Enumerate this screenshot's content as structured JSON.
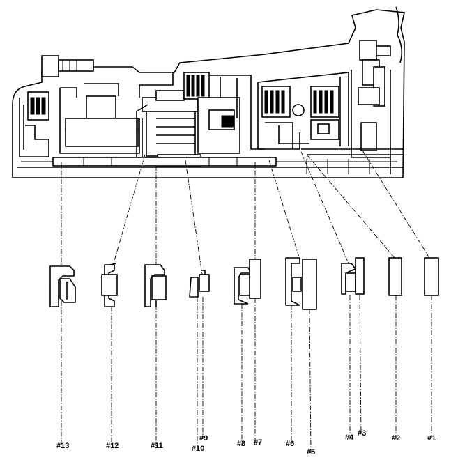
{
  "diagram": {
    "parts": [
      {
        "id": "seal-13",
        "label": "#13"
      },
      {
        "id": "seal-12",
        "label": "#12"
      },
      {
        "id": "seal-11",
        "label": "#11"
      },
      {
        "id": "seal-10",
        "label": "#10"
      },
      {
        "id": "seal-9",
        "label": "#9"
      },
      {
        "id": "seal-8",
        "label": "#8"
      },
      {
        "id": "seal-7",
        "label": "#7"
      },
      {
        "id": "seal-6",
        "label": "#6"
      },
      {
        "id": "seal-5",
        "label": "#5"
      },
      {
        "id": "seal-4",
        "label": "#4"
      },
      {
        "id": "seal-3",
        "label": "#3"
      },
      {
        "id": "seal-2",
        "label": "#2"
      },
      {
        "id": "seal-1",
        "label": "#1"
      }
    ]
  }
}
